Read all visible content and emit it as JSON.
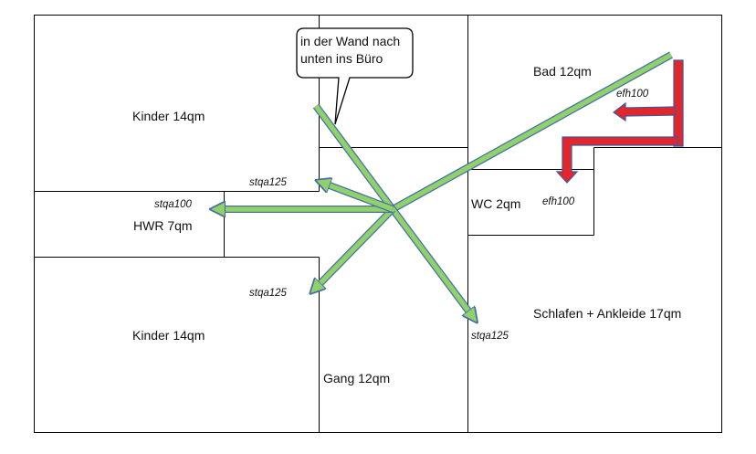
{
  "rooms": {
    "kinder_top": "Kinder 14qm",
    "hwr": "HWR 7qm",
    "kinder_bottom": "Kinder 14qm",
    "gang": "Gang 12qm",
    "bad": "Bad 12qm",
    "wc": "WC 2qm",
    "schlafen": "Schlafen + Ankleide 17qm"
  },
  "callout": {
    "line1": "in der Wand nach",
    "line2": "unten ins Büro"
  },
  "ducts": {
    "stqa125_upper": "stqa125",
    "stqa100": "stqa100",
    "stqa125_lower": "stqa125",
    "stqa125_right": "stqa125",
    "efh100_upper": "efh100",
    "efh100_lower": "efh100"
  },
  "colors": {
    "wall": "#000000",
    "supply_fill": "#8fd16a",
    "supply_outline": "#4a6ea8",
    "exhaust_fill": "#e3262b",
    "exhaust_outline": "#3a5aa0"
  }
}
